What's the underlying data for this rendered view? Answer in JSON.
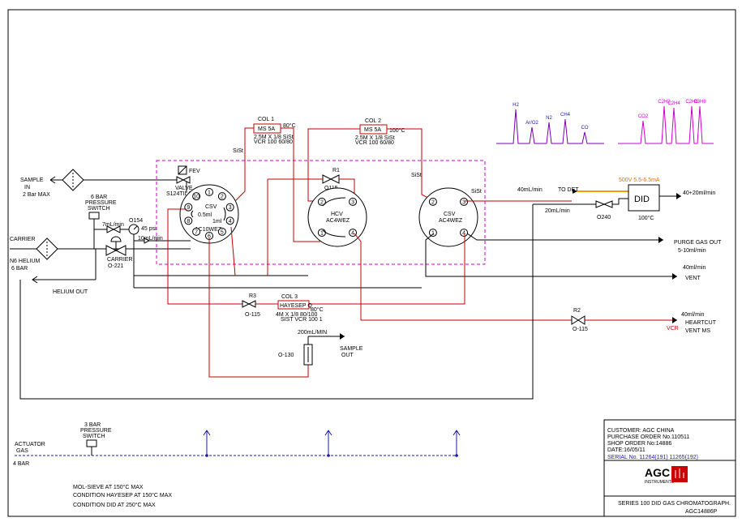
{
  "sample_in": {
    "label": "SAMPLE",
    "label2": "IN",
    "label3": "2 Bar MAX"
  },
  "carrier": {
    "label": "CARRIER",
    "gas": "N6  HELIUM",
    "pressure": "6 BAR"
  },
  "helium_out": "HELIUM OUT",
  "pressure_switch_top": {
    "line1": "6 BAR",
    "line2": "PRESSURE",
    "line3": "SWITCH"
  },
  "flow_7ml": "7mL/min",
  "carrier_valve": {
    "label": "CARRIER",
    "id": "O-221"
  },
  "gauge": {
    "id": "O154",
    "value": "45 psi"
  },
  "flow_10ml": "10mL/min",
  "fev": {
    "label": "FEV",
    "line2": "VALVE",
    "line3": "S124TIL4-F2"
  },
  "csv_left": {
    "name": "CSV",
    "vol1": "0.5ml",
    "vol2": "1ml",
    "model": "AC10WEZ",
    "ports": [
      "1",
      "2",
      "3",
      "4",
      "5",
      "6",
      "7",
      "8",
      "9",
      "10"
    ]
  },
  "col1": {
    "title": "COL 1",
    "box": "MS 5A",
    "temp": "80°C",
    "spec1": "2.5M X 1/8 SiSt",
    "spec2": "VCR 100 60/80"
  },
  "col2": {
    "title": "COL 2",
    "box": "MS 5A",
    "temp": "100°C",
    "spec1": "2.5M X 1/8 SiSt",
    "spec2": "VCR 100 60/80"
  },
  "col3": {
    "title": "COL 3",
    "box": "HAYESEP Q",
    "temp": "80°C",
    "spec1": "4M X 1/8  80/100",
    "spec2": "SIST VCR 100 1"
  },
  "sist_labels": [
    "SiSt",
    "SiSt",
    "SiSt"
  ],
  "r1": {
    "label": "R1",
    "id": "O115"
  },
  "hcv": {
    "name": "HCV",
    "model": "AC4WEZ",
    "ports": [
      "1",
      "2",
      "3",
      "4"
    ]
  },
  "csv_right": {
    "name": "CSV",
    "model": "AC4WEZ",
    "ports": [
      "1",
      "2",
      "3",
      "4"
    ]
  },
  "flow_40": "40mL/min",
  "to_det": "TO DET",
  "flow_20": "20mL/min",
  "power": "500V  5.5-6.5mA",
  "did": {
    "label": "DID",
    "temp": "100°C",
    "out": "40+20ml/min"
  },
  "valve_o240": "O240",
  "purge": {
    "line1": "PURGE GAS OUT",
    "line2": "5-10ml/min"
  },
  "vent": {
    "flow": "40ml/min",
    "label": "VENT"
  },
  "r3": {
    "label": "R3",
    "id": "O-115"
  },
  "r2": {
    "label": "R2",
    "id": "O-115"
  },
  "heartcut": {
    "flow": "40ml/min",
    "line1": "HEARTCUT",
    "line2": "VENT MS",
    "tag": "VCR"
  },
  "sample_out": {
    "flow": "200mL/MIN",
    "id": "O-130",
    "line1": "SAMPLE",
    "line2": "OUT"
  },
  "actuator": {
    "line1": "ACTUATOR",
    "line2": "GAS",
    "pressure": "4 BAR"
  },
  "pressure_switch_bottom": {
    "line1": "3 BAR",
    "line2": "PRESSURE",
    "line3": "SWITCH"
  },
  "conditions": [
    "MOL-SIEVE AT 150°C MAX",
    "CONDITION HAYESEP  AT 150°C MAX",
    "CONDITION DID   AT 250°C MAX"
  ],
  "info": {
    "customer": "CUSTOMER: AGC CHINA",
    "po": "PURCHASE ORDER No.110511",
    "shop": "SHOP ORDER No:14886",
    "date": "DATE:16/05/11",
    "serial": "SERIAL No. 11264(191)  11265(192)",
    "series": "SERIES 100 DID GAS CHROMATOGRAPH.",
    "drawing": "AGC14886P"
  },
  "logo": {
    "text": "AGC",
    "sub": "INSTRUMENTS"
  },
  "chrom1_peaks": [
    "H2",
    "Ar/O2",
    "N2",
    "CH4",
    "CO"
  ],
  "chrom2_peaks": [
    "CO2",
    "C2H2",
    "C2H4",
    "C2H6",
    "C3H8"
  ],
  "colors": {
    "red": "#c00000",
    "magenta": "#cc00cc",
    "blue": "#1a1aa0",
    "purple": "#7a00b0"
  }
}
